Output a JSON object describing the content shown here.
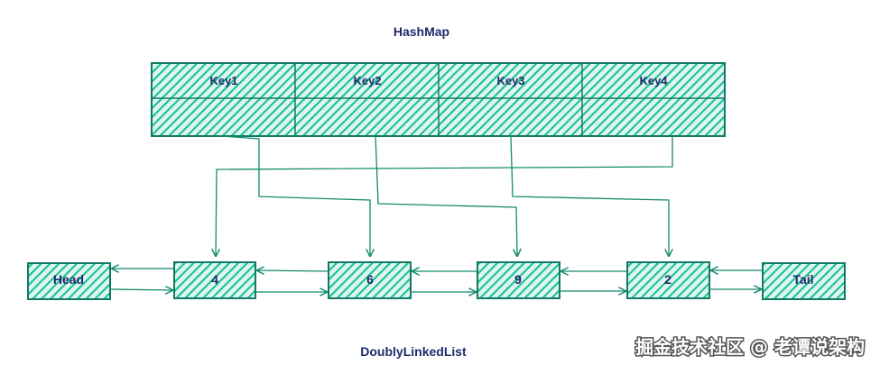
{
  "diagram": {
    "title": "HashMap",
    "keys": [
      "Key1",
      "Key2",
      "Key3",
      "Key4"
    ],
    "list_label": "DoublyLinkedList",
    "nodes": [
      "Head",
      "4",
      "6",
      "9",
      "2",
      "Tail"
    ]
  },
  "watermark": "掘金技术社区 @ 老谭说架构",
  "colors": {
    "fill": "#1fbf9a",
    "stroke": "#117a63",
    "text": "#1f2a6b",
    "arrow": "#138a6d"
  }
}
